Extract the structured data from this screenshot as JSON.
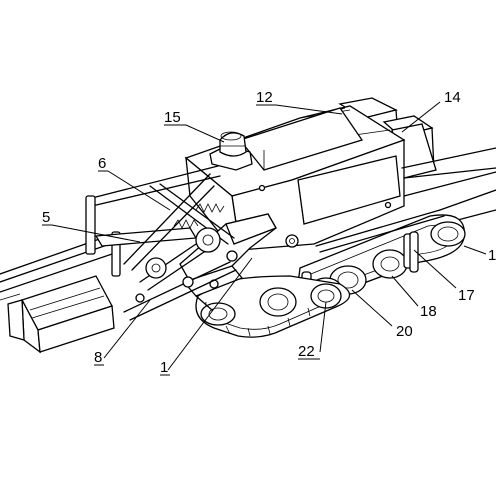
{
  "figure": {
    "labels": [
      {
        "key": "l12",
        "text": "12"
      },
      {
        "key": "l14",
        "text": "14"
      },
      {
        "key": "l15",
        "text": "15"
      },
      {
        "key": "l6",
        "text": "6"
      },
      {
        "key": "l5",
        "text": "5"
      },
      {
        "key": "l8",
        "text": "8"
      },
      {
        "key": "l1",
        "text": "1"
      },
      {
        "key": "l22",
        "text": "22"
      },
      {
        "key": "l20",
        "text": "20"
      },
      {
        "key": "l18",
        "text": "18"
      },
      {
        "key": "l17",
        "text": "17"
      },
      {
        "key": "l1r",
        "text": "1"
      }
    ]
  }
}
